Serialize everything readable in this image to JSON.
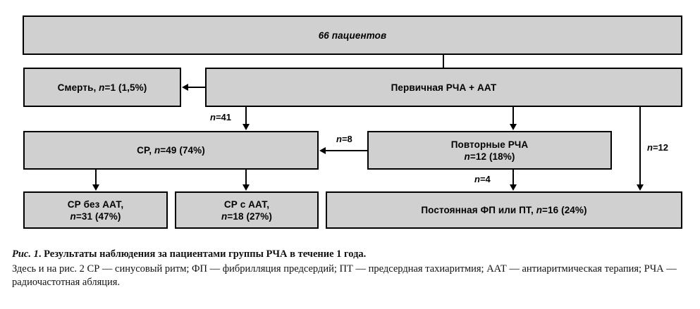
{
  "figure": {
    "boxes": {
      "total": "66 пациентов",
      "death": "Смерть, n=1 (1,5%)",
      "death_prefix": "Смерть, ",
      "death_n": "n",
      "death_suffix": "=1 (1,5%)",
      "primary": "Первичная РЧА + ААТ",
      "sinus_rhythm_prefix": "СР, ",
      "sinus_rhythm_n": "n",
      "sinus_rhythm_suffix": "=49 (74%)",
      "repeat_line1": "Повторные РЧА",
      "repeat_n": "n",
      "repeat_line2_suffix": "=12 (18%)",
      "sr_without_line1": "СР без ААТ,",
      "sr_without_n": "n",
      "sr_without_line2_suffix": "=31 (47%)",
      "sr_with_line1": "СР с ААТ,",
      "sr_with_n": "n",
      "sr_with_line2_suffix": "=18 (27%)",
      "permanent_prefix": "Постоянная ФП или ПТ, ",
      "permanent_n": "n",
      "permanent_suffix": "=16 (24%)"
    },
    "edge_labels": {
      "n41_var": "n",
      "n41_value": "=41",
      "n8_var": "n",
      "n8_value": "=8",
      "n4_var": "n",
      "n4_value": "=4",
      "n12_var": "n",
      "n12_value": "=12"
    },
    "colors": {
      "box_fill": "#d0d0d0",
      "box_border": "#000000",
      "background": "#ffffff",
      "text": "#000000"
    }
  },
  "caption": {
    "figure_label": "Рис. 1",
    "title_rest": ". Результаты наблюдения за пациентами группы РЧА в течение 1 года.",
    "body": "Здесь и на рис. 2 СР — синусовый ритм; ФП — фибрилляция предсердий; ПТ — предсердная тахиаритмия; ААТ — антиаритмическая терапия; РЧА — радиочастотная абляция."
  },
  "chart_data": {
    "type": "diagram",
    "title": "Результаты наблюдения за пациентами группы РЧА в течение 1 года",
    "nodes": [
      {
        "id": "total",
        "label": "66 пациентов",
        "n": 66
      },
      {
        "id": "primary",
        "label": "Первичная РЧА + ААТ"
      },
      {
        "id": "death",
        "label": "Смерть",
        "n": 1,
        "percent": 1.5
      },
      {
        "id": "sinus_rhythm",
        "label": "СР",
        "n": 49,
        "percent": 74
      },
      {
        "id": "repeat",
        "label": "Повторные РЧА",
        "n": 12,
        "percent": 18
      },
      {
        "id": "sr_without_aat",
        "label": "СР без ААТ",
        "n": 31,
        "percent": 47
      },
      {
        "id": "sr_with_aat",
        "label": "СР с ААТ",
        "n": 18,
        "percent": 27
      },
      {
        "id": "permanent",
        "label": "Постоянная ФП или ПТ",
        "n": 16,
        "percent": 24
      }
    ],
    "edges": [
      {
        "from": "primary",
        "to": "death",
        "label": ""
      },
      {
        "from": "primary",
        "to": "sinus_rhythm",
        "label": "n=41",
        "n": 41
      },
      {
        "from": "primary",
        "to": "repeat",
        "label": ""
      },
      {
        "from": "primary",
        "to": "permanent",
        "label": "n=12",
        "n": 12
      },
      {
        "from": "repeat",
        "to": "sinus_rhythm",
        "label": "n=8",
        "n": 8
      },
      {
        "from": "repeat",
        "to": "permanent",
        "label": "n=4",
        "n": 4
      },
      {
        "from": "sinus_rhythm",
        "to": "sr_without_aat",
        "label": ""
      },
      {
        "from": "sinus_rhythm",
        "to": "sr_with_aat",
        "label": ""
      }
    ]
  }
}
